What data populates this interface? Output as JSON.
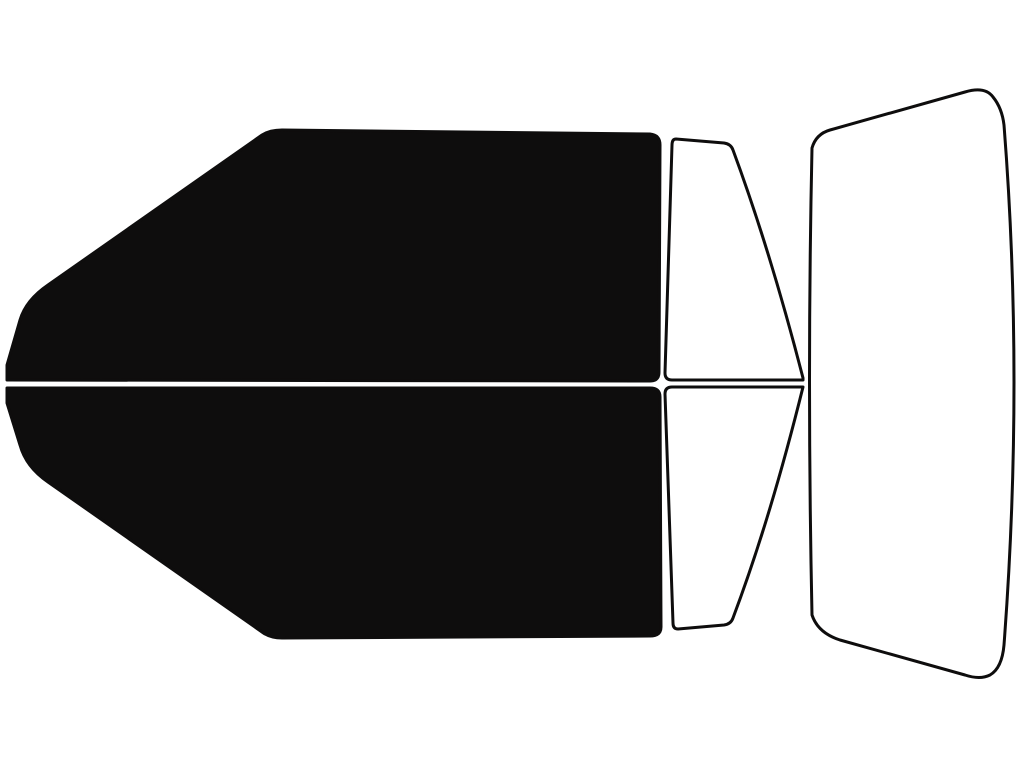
{
  "diagram": {
    "colors": {
      "tinted": "#0e0d0d",
      "clear": "#ffffff",
      "outline": "#0e0d0d",
      "background": "#ffffff"
    },
    "panes": [
      {
        "id": "front-side-upper",
        "tinted": true
      },
      {
        "id": "front-side-lower",
        "tinted": true
      },
      {
        "id": "rear-quarter-upper",
        "tinted": false
      },
      {
        "id": "rear-quarter-lower",
        "tinted": false
      },
      {
        "id": "rear-windshield",
        "tinted": false
      }
    ]
  }
}
